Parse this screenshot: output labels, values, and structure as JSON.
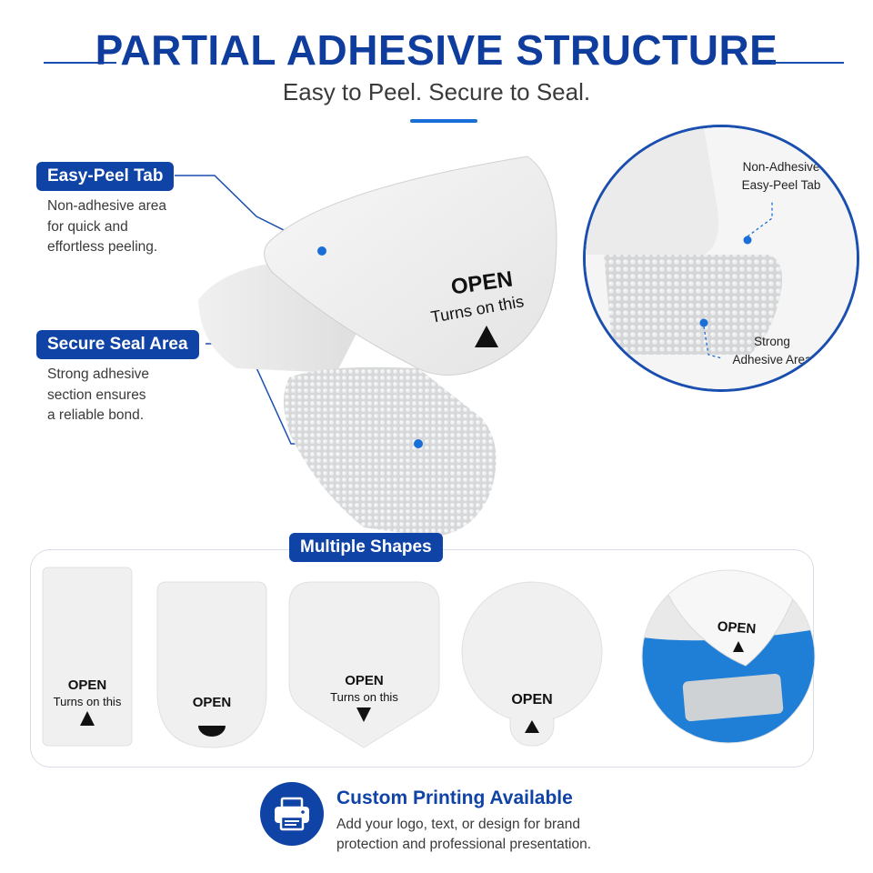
{
  "header": {
    "title": "PARTIAL ADHESIVE STRUCTURE",
    "subtitle": "Easy to Peel. Secure to Seal."
  },
  "callouts": [
    {
      "label": "Easy-Peel Tab",
      "lines": [
        "Non-adhesive area",
        "for quick and",
        "effortless peeling."
      ]
    },
    {
      "label": "Secure Seal Area",
      "lines": [
        "Strong adhesive",
        "section ensures",
        "a reliable bond."
      ]
    }
  ],
  "hero": {
    "open": "OPEN",
    "turns": "Turns on this"
  },
  "zoom": {
    "top_label": [
      "Non-Adhesive",
      "Easy-Peel Tab"
    ],
    "bottom_label": [
      "Strong",
      "Adhesive Area"
    ]
  },
  "shapes": {
    "title": "Multiple Shapes",
    "items": [
      {
        "open": "OPEN",
        "turns": "Turns on this"
      },
      {
        "open": "OPEN"
      },
      {
        "open": "OPEN",
        "turns": "Turns on this"
      },
      {
        "open": "OPEN"
      },
      {
        "open": "OPEN"
      }
    ]
  },
  "footer": {
    "title": "Custom Printing Available",
    "lines": [
      "Add your logo, text, or design for brand",
      "protection and professional presentation."
    ],
    "icon": "printer-icon"
  },
  "colors": {
    "brand_blue": "#0f43a6",
    "accent_blue": "#1a6ed8"
  }
}
